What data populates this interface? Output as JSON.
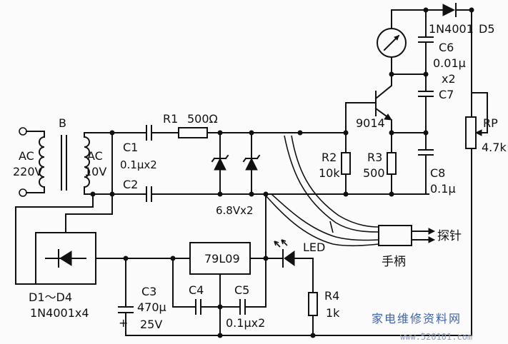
{
  "labels": {
    "ac_in": "AC",
    "v220": "220V",
    "b": "B",
    "ac_out": "AC",
    "v10": "10V",
    "c1": "C1",
    "c1_val": "0.1μx2",
    "c2": "C2",
    "r1": "R1",
    "r1_val": "500Ω",
    "zener": "6.8Vx2",
    "d5": "D5",
    "d5_type": "1N4001",
    "c6": "C6",
    "c6_val": "0.01μ",
    "x2": "x2",
    "c7": "C7",
    "q": "9014",
    "rp": "RP",
    "rp_val": "4.7k",
    "r2": "R2",
    "r2_val": "10k",
    "r3": "R3",
    "r3_val": "500",
    "c8": "C8",
    "c8_val": "0.1μ",
    "probe": "探针",
    "handle": "手柄",
    "led": "LED",
    "reg": "79L09",
    "c4": "C4",
    "c5": "C5",
    "c45_val": "0.1μx2",
    "r4": "R4",
    "r4_val": "1k",
    "c3": "C3",
    "c3_val": "470μ",
    "c3_v": "25V",
    "plus": "+",
    "bridge": "D1～D4",
    "bridge_type": "1N4001x4"
  },
  "watermark": {
    "text": "家电维修资料网",
    "url": "www.520101.com"
  }
}
